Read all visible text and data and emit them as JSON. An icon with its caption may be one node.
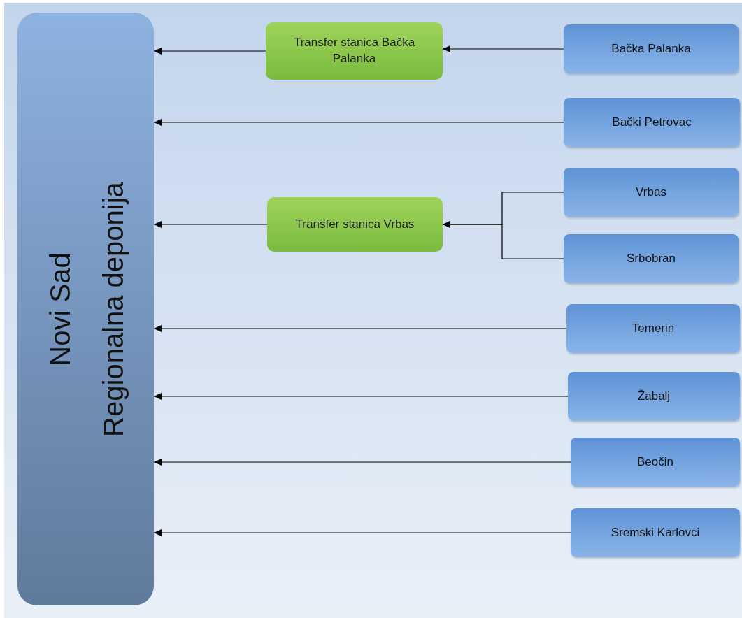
{
  "diagram": {
    "nodes": [
      {
        "text": [
          "Novi Sad",
          "Regionalna deponija"
        ]
      },
      {
        "text": [
          "Transfer stanica Bačka Palanka"
        ]
      },
      {
        "text": [
          "Bačka Palanka"
        ]
      },
      {
        "text": [
          "Bački Petrovac"
        ]
      },
      {
        "text": [
          "Transfer stanica Vrbas"
        ]
      },
      {
        "text": [
          "Vrbas"
        ]
      },
      {
        "text": [
          "Srbobran"
        ]
      },
      {
        "text": [
          "Temerin"
        ]
      },
      {
        "text": [
          "Žabalj"
        ]
      },
      {
        "text": [
          "Beočin"
        ]
      },
      {
        "text": [
          "Sremski Karlovci"
        ]
      }
    ],
    "edges": [
      {
        "from": 1,
        "to": 0,
        "arrow": "to"
      },
      {
        "from": 2,
        "to": 1,
        "arrow": "to"
      },
      {
        "from": 3,
        "to": 0,
        "arrow": "to"
      },
      {
        "from": 4,
        "to": 0,
        "arrow": "to"
      },
      {
        "from": 5,
        "to": 4,
        "arrow": "to"
      },
      {
        "from": 6,
        "to": 4,
        "arrow": "to"
      },
      {
        "from": 7,
        "to": 0,
        "arrow": "to"
      },
      {
        "from": 8,
        "to": 0,
        "arrow": "to"
      },
      {
        "from": 9,
        "to": 0,
        "arrow": "to"
      },
      {
        "from": 10,
        "to": 0,
        "arrow": "to"
      }
    ]
  }
}
